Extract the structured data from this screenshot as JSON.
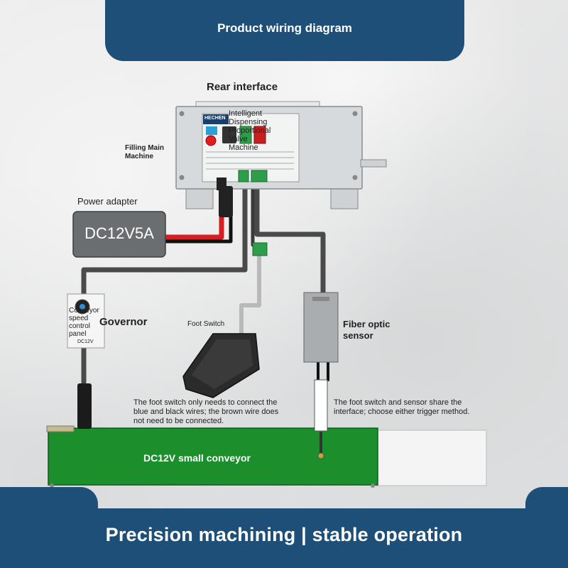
{
  "header": {
    "title": "Product wiring diagram"
  },
  "labels": {
    "rear_interface": "Rear interface",
    "filling_main_machine": "Filling Main Machine",
    "power_adapter": "Power adapter",
    "adapter_rating": "DC12V5A",
    "governor": "Governor",
    "speed_panel": "Conveyor speed control panel",
    "speed_panel_voltage": "DC12V",
    "foot_switch": "Foot Switch",
    "fiber_optic_sensor": "Fiber optic sensor",
    "foot_switch_note": "The foot switch only needs to connect the blue and black wires; the brown wire does not need to be connected.",
    "shared_interface_note": "The foot switch and sensor share the interface; choose either trigger method.",
    "conveyor": "DC12V small conveyor"
  },
  "device_panel": {
    "brand": "HECHEN",
    "title_lines": [
      "Intelligent",
      "Dispensing",
      "Proportional",
      "Valve",
      "Machine"
    ]
  },
  "footer": {
    "slogan": "Precision machining | stable operation"
  },
  "colors": {
    "brand_blue": "#1e4f79",
    "conveyor_green": "#1a8f2c",
    "wire_red": "#d42020",
    "wire_black": "#111111",
    "terminal_green": "#2e9e4a"
  }
}
